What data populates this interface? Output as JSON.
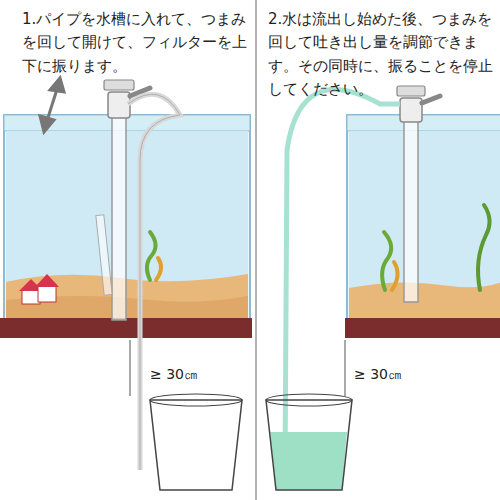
{
  "diagram": {
    "labels": [
      "1.パイプを水槽に入れて、つまみを回して開けて、フィルターを上下に振ります。",
      "2.水は流出し始めた後、つまみを回して吐き出し量を調節できます。その同時に、振ることを停止してください。",
      "≥ 30㎝",
      "≥ 30㎝"
    ]
  }
}
